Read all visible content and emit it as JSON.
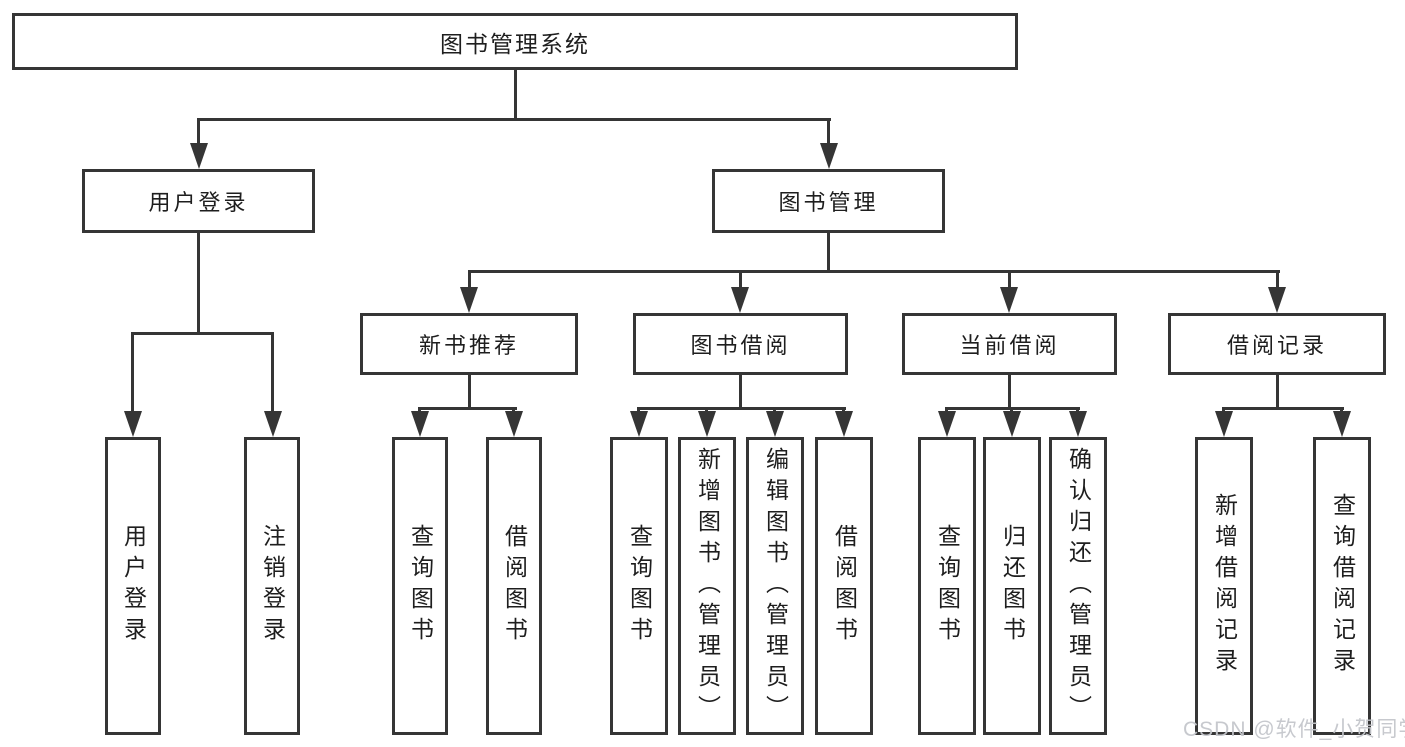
{
  "diagram": {
    "type": "hierarchy-tree",
    "tree": {
      "root": {
        "label": "图书管理系统"
      },
      "branches": [
        {
          "label": "用户登录",
          "children": [
            {
              "label": "用户登录"
            },
            {
              "label": "注销登录"
            }
          ]
        },
        {
          "label": "图书管理",
          "children": [
            {
              "label": "新书推荐",
              "children": [
                {
                  "label": "查询图书"
                },
                {
                  "label": "借阅图书"
                }
              ]
            },
            {
              "label": "图书借阅",
              "children": [
                {
                  "label": "查询图书"
                },
                {
                  "label": "新增图书（管理员）"
                },
                {
                  "label": "编辑图书（管理员）"
                },
                {
                  "label": "借阅图书"
                }
              ]
            },
            {
              "label": "当前借阅",
              "children": [
                {
                  "label": "查询图书"
                },
                {
                  "label": "归还图书"
                },
                {
                  "label": "确认归还（管理员）"
                }
              ]
            },
            {
              "label": "借阅记录",
              "children": [
                {
                  "label": "新增借阅记录"
                },
                {
                  "label": "查询借阅记录"
                }
              ]
            }
          ]
        }
      ]
    },
    "colors": {
      "background": "#ffffff",
      "line": "#353535",
      "box_border": "#353535",
      "text": "#1e1e1e",
      "watermark": "#c4c6cb"
    }
  },
  "watermark": {
    "text": "CSDN @软件_小贺同学"
  }
}
